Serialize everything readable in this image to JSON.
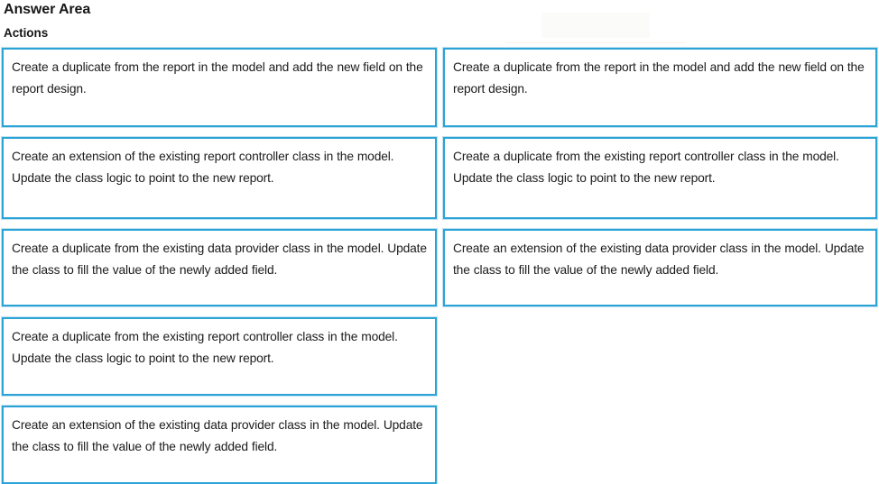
{
  "page": {
    "title": "Answer Area",
    "subtitle": "Actions",
    "accent_color": "#2ba3d6",
    "background_color": "#ffffff",
    "text_color": "#1b1b1b"
  },
  "columns": {
    "left": {
      "name": "actions-source-list",
      "items": [
        {
          "id": "left-1",
          "text": "Create a duplicate from the report in the model and add the new field on the report design."
        },
        {
          "id": "left-2",
          "text": "Create an extension of the existing report controller class in the model. Update the class logic to point to the new report."
        },
        {
          "id": "left-3",
          "text": "Create a duplicate from the existing data provider class in the model. Update the class to fill the value of the newly added field."
        },
        {
          "id": "left-4",
          "text": "Create a duplicate from the existing report controller class in the model. Update the class logic to point to the new report."
        },
        {
          "id": "left-5",
          "text": "Create an extension of the existing data provider class in the model. Update the class to fill the value of the newly added field."
        }
      ]
    },
    "right": {
      "name": "actions-answer-list",
      "items": [
        {
          "id": "right-1",
          "text": "Create a duplicate from the report in the model and add the new field on the report design."
        },
        {
          "id": "right-2",
          "text": "Create a duplicate from the existing report controller class in the model. Update the class logic to point to the new report."
        },
        {
          "id": "right-3",
          "text": "Create an extension of the existing data provider class in the model. Update the class to fill the value of the newly added field."
        }
      ]
    }
  }
}
